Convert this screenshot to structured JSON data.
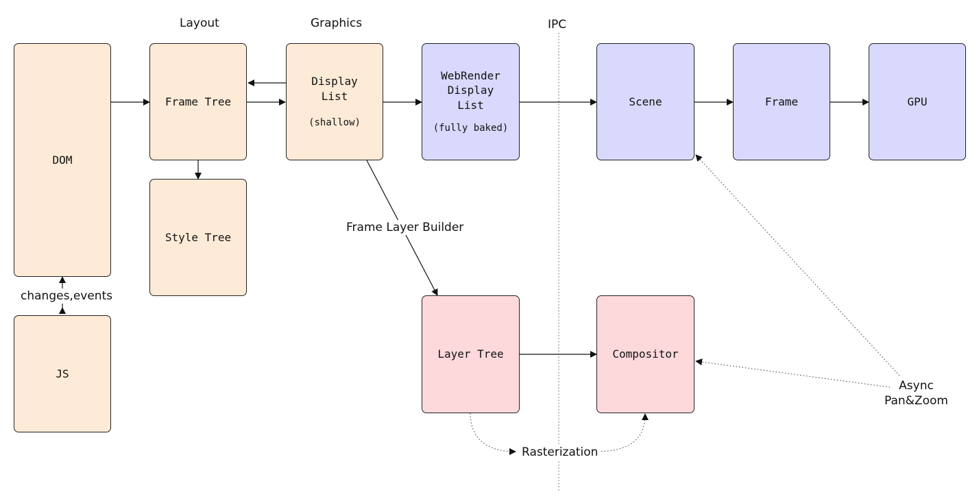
{
  "headers": {
    "layout": "Layout",
    "graphics": "Graphics",
    "ipc": "IPC"
  },
  "boxes": {
    "dom": {
      "label": "DOM"
    },
    "js": {
      "label": "JS"
    },
    "frame_tree": {
      "label": "Frame Tree"
    },
    "style_tree": {
      "label": "Style Tree"
    },
    "display_list": {
      "label": "Display\nList",
      "sub": "(shallow)"
    },
    "webrender_display_list": {
      "label": "WebRender\nDisplay\nList",
      "sub": "(fully baked)"
    },
    "scene": {
      "label": "Scene"
    },
    "frame": {
      "label": "Frame"
    },
    "gpu": {
      "label": "GPU"
    },
    "layer_tree": {
      "label": "Layer Tree"
    },
    "compositor": {
      "label": "Compositor"
    }
  },
  "edge_labels": {
    "changes_events": "changes,events",
    "frame_layer_builder": "Frame Layer Builder",
    "rasterization": "Rasterization",
    "async_pan_zoom": "Async\nPan&Zoom"
  },
  "colors": {
    "content_process": "#fdebd7",
    "webrender": "#d9d9fd",
    "layers": "#fdd9dc"
  }
}
